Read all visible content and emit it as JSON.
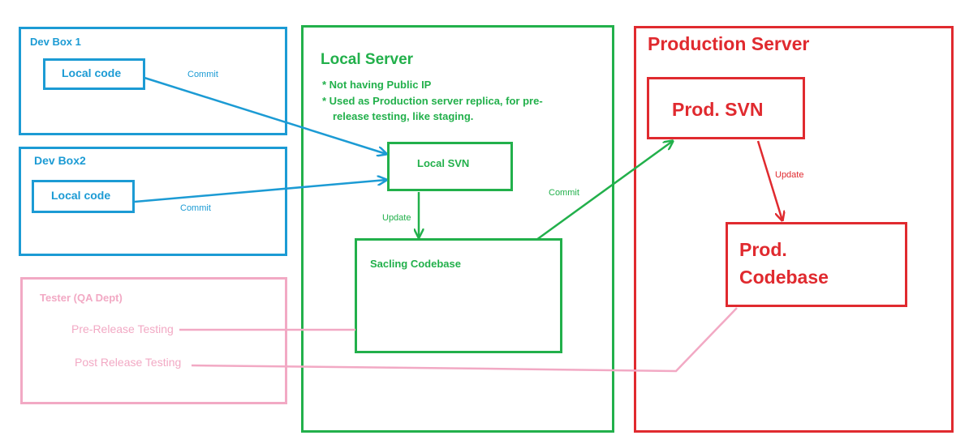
{
  "colors": {
    "blue": "#1c9bd4",
    "green": "#22b04b",
    "red": "#e02a2f",
    "pink": "#f2a9c4"
  },
  "dev_box_1": {
    "title": "Dev Box 1",
    "code": "Local code",
    "edge_label": "Commit"
  },
  "dev_box_2": {
    "title": "Dev Box2",
    "code": "Local code",
    "edge_label": "Commit"
  },
  "tester": {
    "title": "Tester (QA Dept)",
    "pre_release": "Pre-Release Testing",
    "post_release": "Post Release Testing"
  },
  "local_server": {
    "title": "Local Server",
    "note_1": "* Not having Public IP",
    "note_2_line_1": "* Used as Production server replica, for pre-",
    "note_2_line_2": "release testing, like staging.",
    "svn": "Local SVN",
    "update_label": "Update",
    "codebase": "Sacling Codebase",
    "commit_label": "Commit"
  },
  "production_server": {
    "title": "Production Server",
    "svn": "Prod. SVN",
    "update_label": "Update",
    "codebase_line_1": "Prod.",
    "codebase_line_2": "Codebase"
  }
}
